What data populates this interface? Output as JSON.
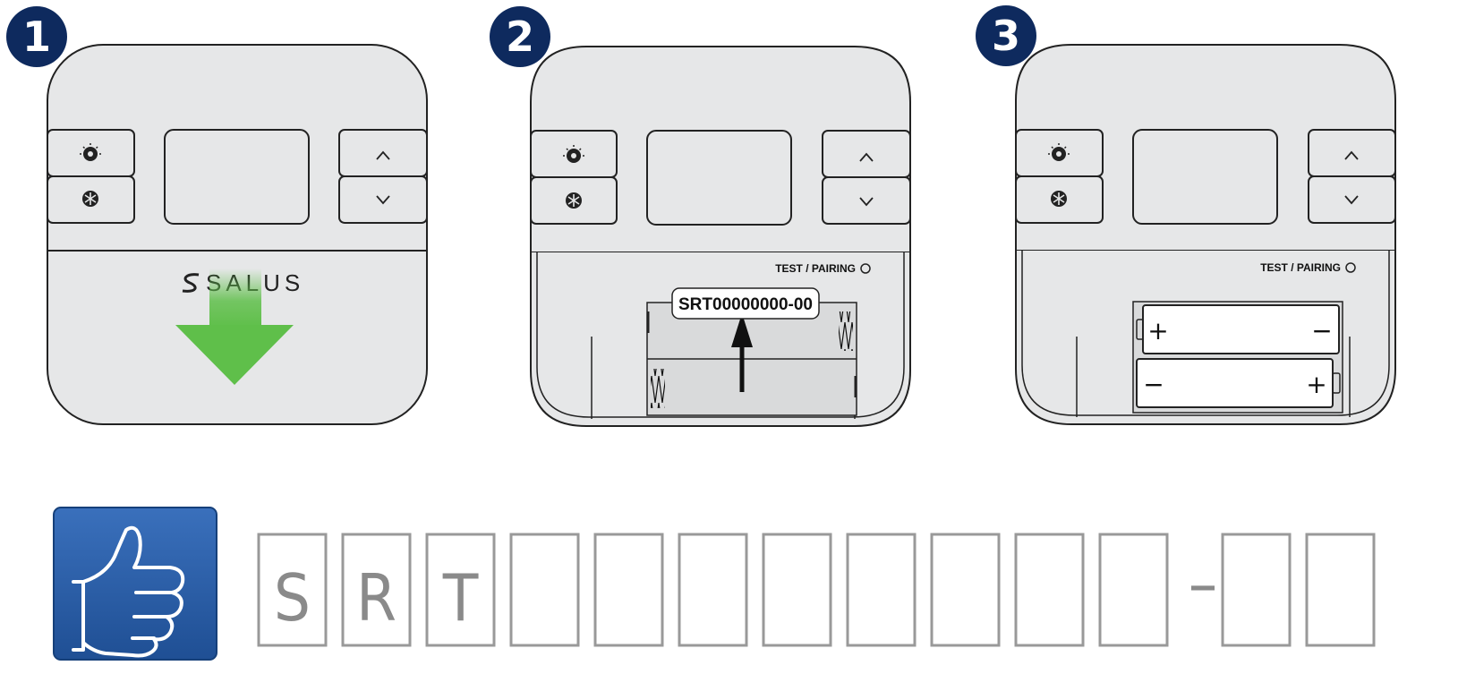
{
  "steps": [
    {
      "number": "1",
      "brand": "SALUS"
    },
    {
      "number": "2",
      "pairing_label": "TEST / PAIRING",
      "serial_label": "SRT00000000-00"
    },
    {
      "number": "3",
      "pairing_label": "TEST / PAIRING"
    }
  ],
  "code_boxes": {
    "chars": [
      "S",
      "R",
      "T",
      "",
      "",
      "",
      "",
      "",
      "",
      "",
      "",
      "",
      ""
    ],
    "separator": "–"
  },
  "colors": {
    "badge": "#0e2a5e",
    "device_fill": "#e6e7e8",
    "compartment": "#d9dadb",
    "arrow_green": "#5fbf4a",
    "thumb_blue": "#2a5fa8",
    "box_stroke": "#999999"
  },
  "icons": {
    "light": "light-bulb-icon",
    "mode": "snowflake-icon",
    "up": "chevron-up-icon",
    "down": "chevron-down-icon",
    "thumb": "thumbs-up-icon"
  }
}
